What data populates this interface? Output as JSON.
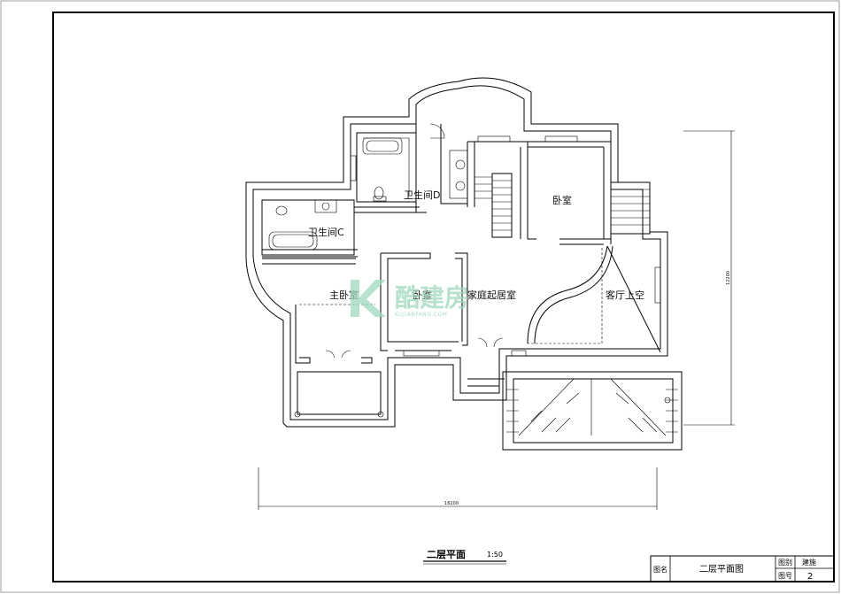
{
  "drawing": {
    "title": "二层平面",
    "scale": "1:50",
    "rooms": {
      "bath_d": "卫生间D",
      "bath_c": "卫生间C",
      "bedroom_ne": "卧室",
      "master_bedroom": "主卧室",
      "bedroom_center": "卧室",
      "family_room": "家庭起居室",
      "living_void": "客厅上空"
    },
    "dimensions": {
      "width": "16200",
      "height": "12200"
    }
  },
  "title_block": {
    "name_label": "图名",
    "name_value": "二层平面图",
    "category_label": "图别",
    "category_value": "建施",
    "number_label": "图号",
    "number_value": "2"
  },
  "watermark": {
    "brand": "酷建房",
    "url": "KUJIANFANG.COM"
  },
  "colors": {
    "line": "#000000",
    "watermark": "#9fd8bd"
  }
}
